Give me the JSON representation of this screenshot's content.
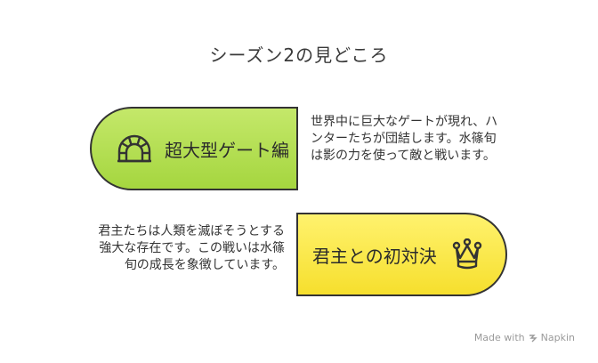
{
  "title": "シーズン2の見どころ",
  "sections": [
    {
      "label": "超大型ゲート編",
      "icon": "gate-arch-icon",
      "color": "#a5d63f",
      "description": "世界中に巨大なゲートが現れ、ハンターたちが団結します。水篠旬は影の力を使って敵と戦います。"
    },
    {
      "label": "君主との初対決",
      "icon": "crown-icon",
      "color": "#f6df2d",
      "description": "君主たちは人類を滅ぼそうとする強大な存在です。この戦いは水篠旬の成長を象徴しています。"
    }
  ],
  "footer": {
    "made_with": "Made with",
    "brand": "Napkin"
  }
}
